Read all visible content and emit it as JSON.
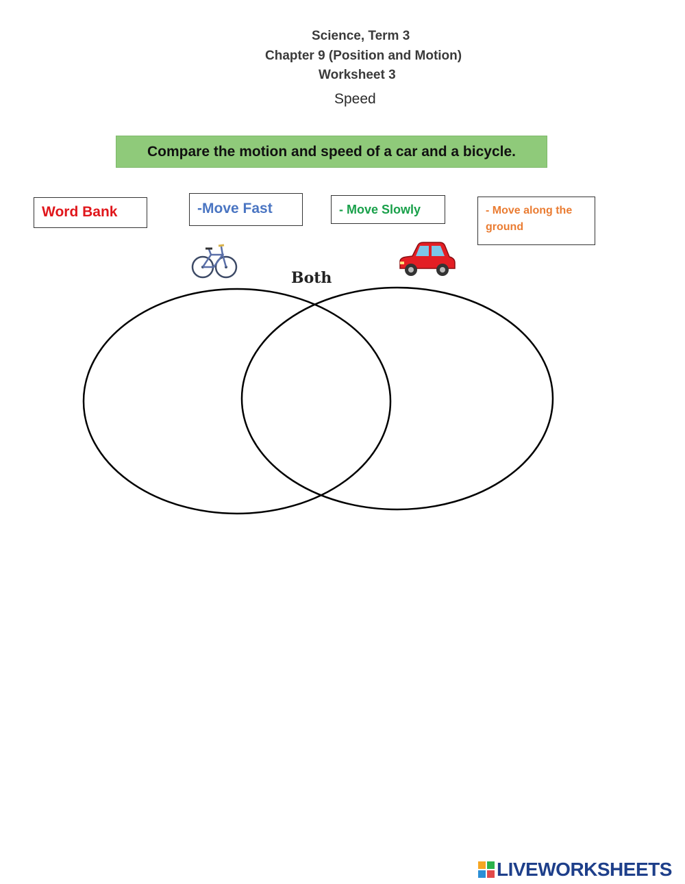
{
  "header": {
    "line1": "Science, Term 3",
    "line2": "Chapter 9 (Position and Motion)",
    "line3": "Worksheet 3",
    "line4": "Speed"
  },
  "instruction": "Compare the motion and speed of a car and a bicycle.",
  "word_bank": {
    "title": "Word Bank",
    "items": [
      "-Move Fast",
      "- Move Slowly",
      "- Move along the ground"
    ]
  },
  "venn": {
    "overlap_label": "Both",
    "left_icon": "bicycle-icon",
    "right_icon": "car-icon"
  },
  "colors": {
    "instruction_bg": "#8fca7a",
    "word_bank_title": "#e0161b",
    "fast": "#4a75c2",
    "slow": "#19a04a",
    "ground": "#ea7c32",
    "brand": "#1e3f8a"
  },
  "footer": {
    "brand": "LIVEWORKSHEETS"
  }
}
